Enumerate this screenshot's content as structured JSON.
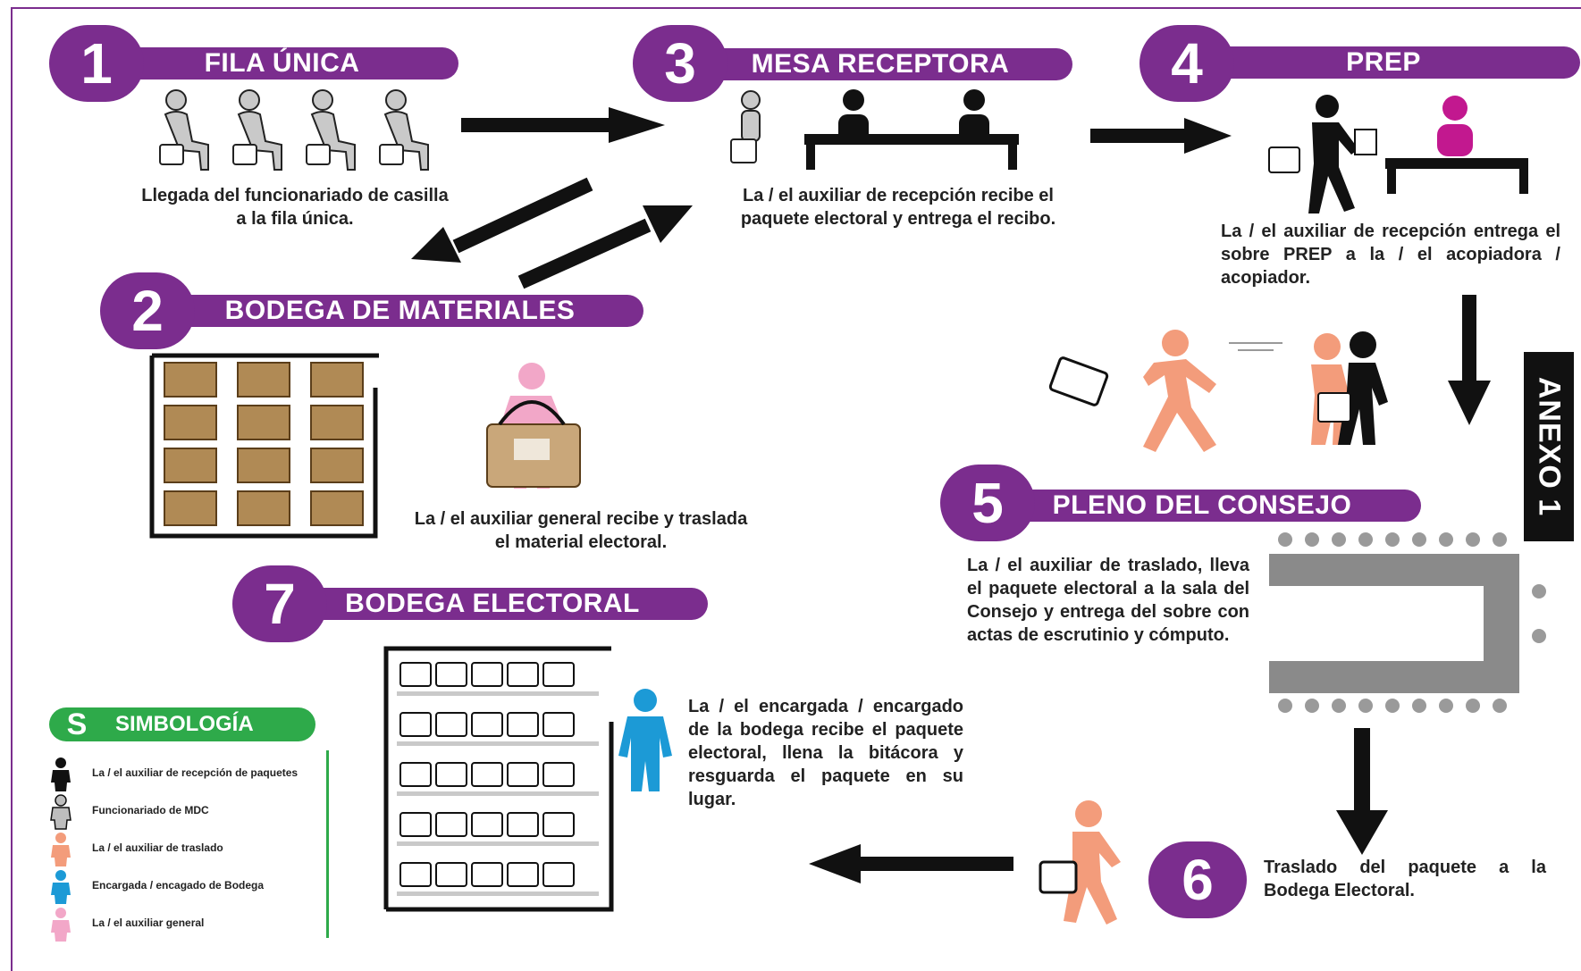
{
  "steps": {
    "s1": {
      "number": "1",
      "title": "FILA ÚNICA",
      "desc": "Llegada del funcionariado de casilla a la fila única."
    },
    "s2": {
      "number": "2",
      "title": "BODEGA DE MATERIALES",
      "desc": "La / el auxiliar general recibe y traslada el material electoral."
    },
    "s3": {
      "number": "3",
      "title": "MESA RECEPTORA",
      "desc": "La / el auxiliar de recepción recibe el paquete electoral y entrega el recibo."
    },
    "s4": {
      "number": "4",
      "title": "PREP",
      "desc": "La / el auxiliar de recepción entrega el sobre PREP a la / el acopiadora / acopiador."
    },
    "s5": {
      "number": "5",
      "title": "PLENO DEL CONSEJO",
      "desc": "La / el auxiliar de traslado, lleva el paquete electoral a la sala del Consejo y entrega del sobre con actas de escrutinio y cómputo."
    },
    "s6": {
      "number": "6",
      "desc": "Traslado del paquete a la Bodega Electoral."
    },
    "s7": {
      "number": "7",
      "title": "BODEGA ELECTORAL",
      "desc": "La / el encargada / encargado de la bodega recibe el paquete electoral, llena la bitácora y resguarda el paquete en su lugar."
    }
  },
  "annex": "ANEXO 1",
  "legend": {
    "badge": "S",
    "title": "SIMBOLOGÍA",
    "items": [
      {
        "label": "La / el auxiliar de recepción de paquetes",
        "color": "#111111",
        "icon": "person-black-icon"
      },
      {
        "label": "Funcionariado de MDC",
        "color": "#bdbdbd",
        "icon": "person-outline-icon"
      },
      {
        "label": "La / el auxiliar de traslado",
        "color": "#f39c7b",
        "icon": "person-salmon-icon"
      },
      {
        "label": "Encargada / encagado de Bodega",
        "color": "#1c9ad6",
        "icon": "person-blue-icon"
      },
      {
        "label": "La / el auxiliar general",
        "color": "#f2a7c8",
        "icon": "person-pink-icon"
      }
    ]
  },
  "colors": {
    "accent": "#7b2d8e",
    "legend_green": "#2eaa4a",
    "box": "#b08a55"
  }
}
